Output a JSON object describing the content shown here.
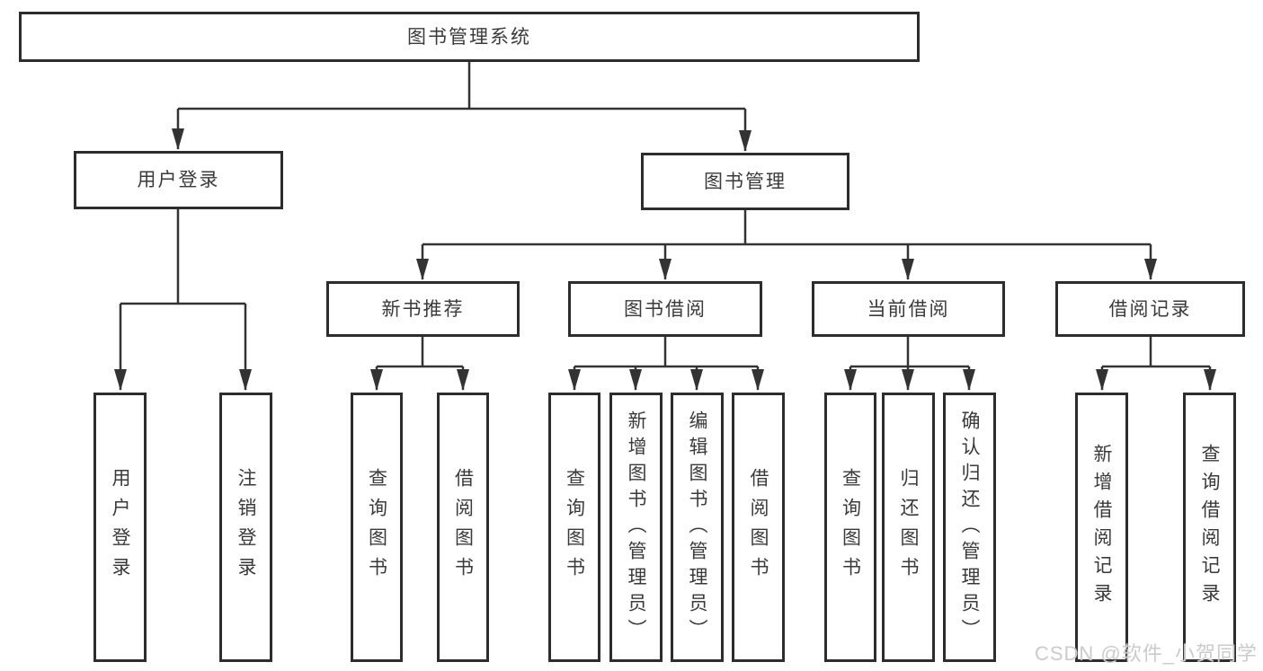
{
  "nodes": {
    "root": "图书管理系统",
    "login": "用户登录",
    "mgmt": "图书管理",
    "login_children": [
      "用户登录",
      "注销登录"
    ],
    "mgmt_children": [
      "新书推荐",
      "图书借阅",
      "当前借阅",
      "借阅记录"
    ],
    "recommend_children": [
      "查询图书",
      "借阅图书"
    ],
    "borrow_children": [
      "查询图书",
      "新增图书（管理员）",
      "编辑图书（管理员）",
      "借阅图书"
    ],
    "current_children": [
      "查询图书",
      "归还图书",
      "确认归还（管理员）"
    ],
    "record_children": [
      "新增借阅记录",
      "查询借阅记录"
    ]
  },
  "watermark": {
    "text": "CSDN @软件_小贺同学"
  },
  "colors": {
    "line": "#333333",
    "box_border": "#2d2d2d",
    "text": "#3a3a3a",
    "watermark": "#cbcbcb",
    "background": "#ffffff"
  }
}
